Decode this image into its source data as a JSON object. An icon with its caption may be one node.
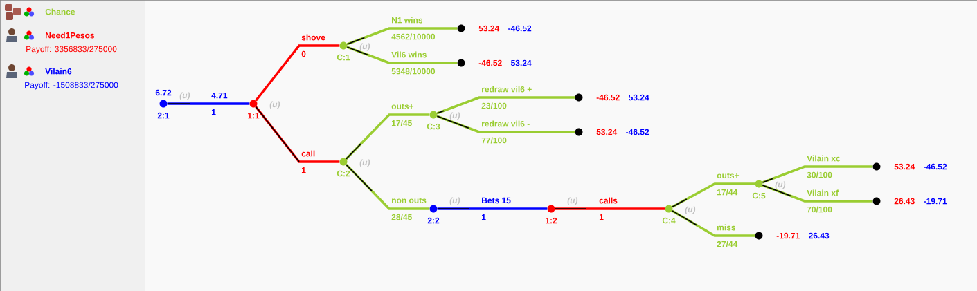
{
  "diagram": {
    "nodes": [
      {
        "text": [],
        "shape": "circle",
        "beside": [
          "6.72",
          "2:1",
          "(u)"
        ]
      },
      {
        "text": [],
        "shape": "circle",
        "beside": [
          "1:1",
          "(u)"
        ]
      },
      {
        "text": [],
        "shape": "circle",
        "beside": [
          "C:1",
          "(u)"
        ]
      },
      {
        "text": [],
        "shape": "circle",
        "beside": [
          "53.24",
          "-46.52"
        ]
      },
      {
        "text": [],
        "shape": "circle",
        "beside": [
          "-46.52",
          "53.24"
        ]
      },
      {
        "text": [],
        "shape": "circle",
        "beside": [
          "C:2",
          "(u)"
        ]
      },
      {
        "text": [],
        "shape": "circle",
        "beside": [
          "C:3",
          "(u)"
        ]
      },
      {
        "text": [],
        "shape": "circle",
        "beside": [
          "-46.52",
          "53.24"
        ]
      },
      {
        "text": [],
        "shape": "circle",
        "beside": [
          "53.24",
          "-46.52"
        ]
      },
      {
        "text": [],
        "shape": "circle",
        "beside": [
          "2:2",
          "(u)"
        ]
      },
      {
        "text": [],
        "shape": "circle",
        "beside": [
          "1:2",
          "(u)"
        ]
      },
      {
        "text": [],
        "shape": "circle",
        "beside": [
          "C:4",
          "(u)"
        ]
      },
      {
        "text": [],
        "shape": "circle",
        "beside": [
          "C:5",
          "(u)"
        ]
      },
      {
        "text": [],
        "shape": "circle",
        "beside": [
          "53.24",
          "-46.52"
        ]
      },
      {
        "text": [],
        "shape": "circle",
        "beside": [
          "26.43",
          "-19.71"
        ]
      },
      {
        "text": [],
        "shape": "circle",
        "beside": [
          "-19.71",
          "26.43"
        ]
      }
    ],
    "edges": [
      {
        "from": 0,
        "to": 1,
        "arrow": "none",
        "label": "4.71",
        "color": "#0000ff"
      },
      {
        "from": 1,
        "to": 2,
        "arrow": "none",
        "label": "shove",
        "color": "#ff0000"
      },
      {
        "from": 1,
        "to": 5,
        "arrow": "none",
        "label": "call",
        "color": "#ff0000"
      },
      {
        "from": 2,
        "to": 3,
        "arrow": "none",
        "label": "N1 wins"
      },
      {
        "from": 2,
        "to": 4,
        "arrow": "none",
        "label": "Vil6 wins"
      },
      {
        "from": 5,
        "to": 6,
        "arrow": "none",
        "label": "outs+"
      },
      {
        "from": 5,
        "to": 9,
        "arrow": "none",
        "label": "non outs"
      },
      {
        "from": 6,
        "to": 7,
        "arrow": "none",
        "label": "redraw vil6 +"
      },
      {
        "from": 6,
        "to": 8,
        "arrow": "none",
        "label": "redraw vil6 -"
      },
      {
        "from": 9,
        "to": 10,
        "arrow": "none",
        "label": "Bets 15",
        "color": "#0000ff"
      },
      {
        "from": 10,
        "to": 11,
        "arrow": "none",
        "label": "calls",
        "color": "#ff0000"
      },
      {
        "from": 11,
        "to": 12,
        "arrow": "none",
        "label": "outs+"
      },
      {
        "from": 11,
        "to": 15,
        "arrow": "none",
        "label": "miss"
      },
      {
        "from": 12,
        "to": 13,
        "arrow": "none",
        "label": "Vilain xc"
      },
      {
        "from": 12,
        "to": 14,
        "arrow": "none",
        "label": "Vilain xf"
      }
    ],
    "labels": [
      "Chance",
      "Need1Pesos",
      "Payoff: 3356833/275000",
      "Vilain6",
      "Payoff: -1508833/275000",
      "1",
      "0",
      "1",
      "4562/10000",
      "5348/10000",
      "17/45",
      "28/45",
      "23/100",
      "77/100",
      "1",
      "1",
      "17/44",
      "27/44",
      "30/100",
      "70/100"
    ]
  }
}
